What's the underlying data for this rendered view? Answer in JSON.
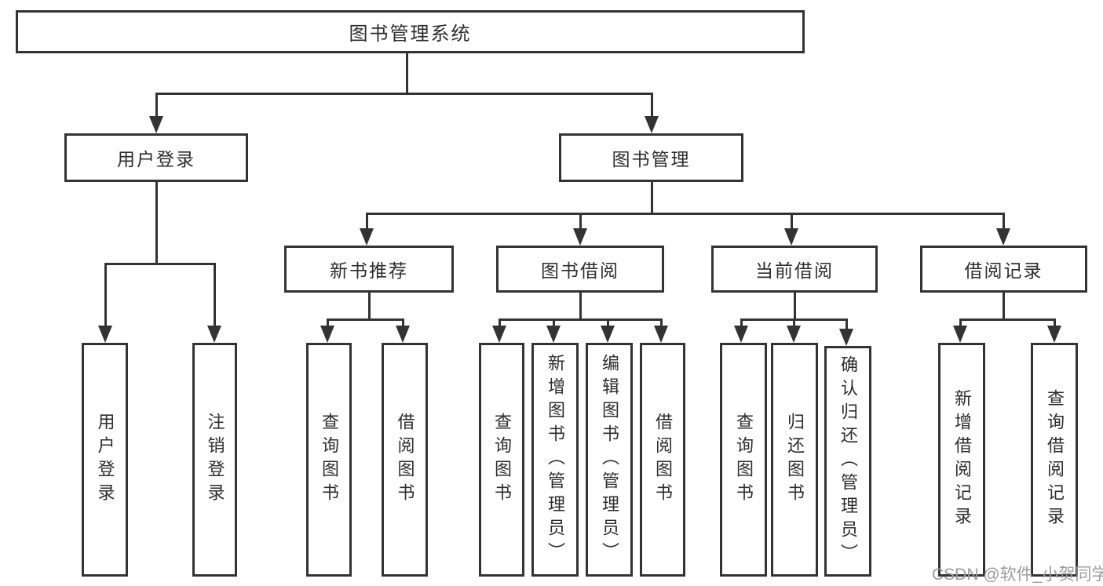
{
  "colors": {
    "line": "#333333",
    "text": "#2d2d2d",
    "bg": "#ffffff",
    "watermark": "#9c9c9c"
  },
  "root": {
    "label": "图书管理系统"
  },
  "modules": [
    {
      "id": "user-login",
      "label": "用户登录",
      "features": [
        {
          "label": "用户登录"
        },
        {
          "label": "注销登录"
        }
      ]
    },
    {
      "id": "book-management",
      "label": "图书管理",
      "submodules": [
        {
          "id": "new-book-recommend",
          "label": "新书推荐",
          "features": [
            {
              "label": "查询图书"
            },
            {
              "label": "借阅图书"
            }
          ]
        },
        {
          "id": "book-borrow",
          "label": "图书借阅",
          "features": [
            {
              "label": "查询图书"
            },
            {
              "label": "新增图书（管理员）"
            },
            {
              "label": "编辑图书（管理员）"
            },
            {
              "label": "借阅图书"
            }
          ]
        },
        {
          "id": "current-borrow",
          "label": "当前借阅",
          "features": [
            {
              "label": "查询图书"
            },
            {
              "label": "归还图书"
            },
            {
              "label": "确认归还（管理员）"
            }
          ]
        },
        {
          "id": "borrow-records",
          "label": "借阅记录",
          "features": [
            {
              "label": "新增借阅记录"
            },
            {
              "label": "查询借阅记录"
            }
          ]
        }
      ]
    }
  ],
  "watermark": {
    "text": "CSDN @软件_小贺同学"
  }
}
